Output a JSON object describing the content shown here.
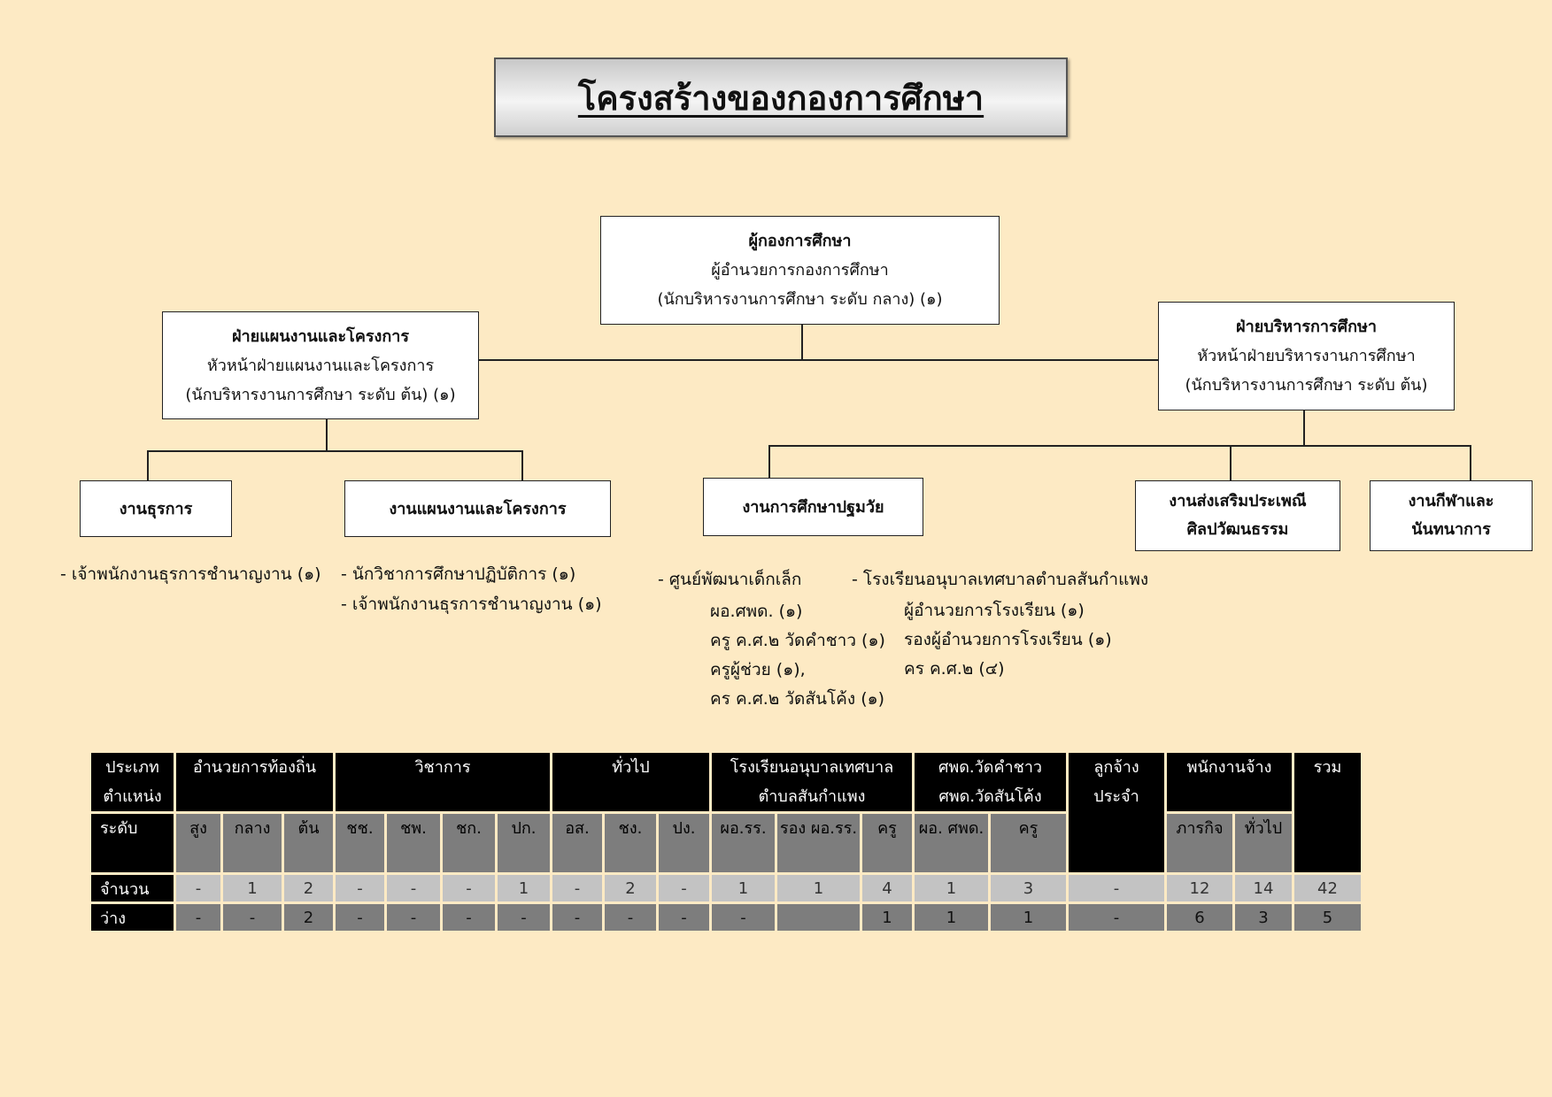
{
  "title": "โครงสร้างของกองการศึกษา",
  "top_node": {
    "title": "ผู้กองการศึกษา",
    "line1": "ผู้อำนวยการกองการศึกษา",
    "line2": "(นักบริหารงานการศึกษา ระดับ กลาง) (๑)"
  },
  "left_division": {
    "title": "ฝ่ายแผนงานและโครงการ",
    "line1": "หัวหน้าฝ่ายแผนงานและโครงการ",
    "line2": "(นักบริหารงานการศึกษา ระดับ ต้น) (๑)"
  },
  "right_division": {
    "title": "ฝ่ายบริหารการศึกษา",
    "line1": "หัวหน้าฝ่ายบริหารงานการศึกษา",
    "line2": "(นักบริหารงานการศึกษา ระดับ ต้น)"
  },
  "units": {
    "admin": "งานธุรการ",
    "planning": "งานแผนงานและโครงการ",
    "early_edu": "งานการศึกษาปฐมวัย",
    "culture_line1": "งานส่งเสริมประเพณี",
    "culture_line2": "ศิลปวัฒนธรรม",
    "sports_line1": "งานกีฬาและ",
    "sports_line2": "นันทนาการ"
  },
  "staff": {
    "admin": [
      "- เจ้าพนักงานธุรการชำนาญงาน (๑)"
    ],
    "planning": [
      "- นักวิชาการศึกษาปฏิบัติการ (๑)",
      "- เจ้าพนักงานธุรการชำนาญงาน (๑)"
    ],
    "childcare_head": "- ศูนย์พัฒนาเด็กเล็ก",
    "childcare": [
      "ผอ.ศพด. (๑)",
      "ครู ค.ศ.๒ วัดคำชาว (๑)",
      "ครูผู้ช่วย (๑),",
      "คร ค.ศ.๒ วัดสันโค้ง (๑)"
    ],
    "school_head": "- โรงเรียนอนุบาลเทศบาลตำบลสันกำแพง",
    "school": [
      "ผู้อำนวยการโรงเรียน (๑)",
      "รองผู้อำนวยการโรงเรียน (๑)",
      "คร ค.ศ.๒ (๔)"
    ]
  },
  "table": {
    "h_type_1": "ประเภท",
    "h_type_2": "ตำแหน่ง",
    "h_local_admin": "อำนวยการท้องถิ่น",
    "h_academic": "วิชาการ",
    "h_general": "ทั่วไป",
    "h_school_1": "โรงเรียนอนุบาลเทศบาล",
    "h_school_2": "ตำบลสันกำแพง",
    "h_center_1": "ศพด.วัดคำชาว",
    "h_center_2": "ศพด.วัดสันโค้ง",
    "h_perm_1": "ลูกจ้าง",
    "h_perm_2": "ประจำ",
    "h_contract": "พนักงานจ้าง",
    "h_total": "รวม",
    "h_level": "ระดับ",
    "levels": [
      "สูง",
      "กลาง",
      "ต้น",
      "ชช.",
      "ชพ.",
      "ชก.",
      "ปก.",
      "อส.",
      "ชง.",
      "ปง.",
      "ผอ.รร.",
      "รอง ผอ.รร.",
      "ครู",
      "ผอ. ศพด.",
      "ครู"
    ],
    "contract_levels": [
      "ภารกิจ",
      "ทั่วไป"
    ],
    "row_count_label": "จำนวน",
    "row_vacant_label": "ว่าง",
    "count": [
      "-",
      "1",
      "2",
      "-",
      "-",
      "-",
      "1",
      "-",
      "2",
      "-",
      "1",
      "1",
      "4",
      "1",
      "3",
      "-",
      "12",
      "14",
      "42"
    ],
    "vacant": [
      "-",
      "-",
      "2",
      "-",
      "-",
      "-",
      "-",
      "-",
      "-",
      "-",
      "-",
      "",
      "1",
      "1",
      "1",
      "-",
      "6",
      "3",
      "5"
    ]
  }
}
